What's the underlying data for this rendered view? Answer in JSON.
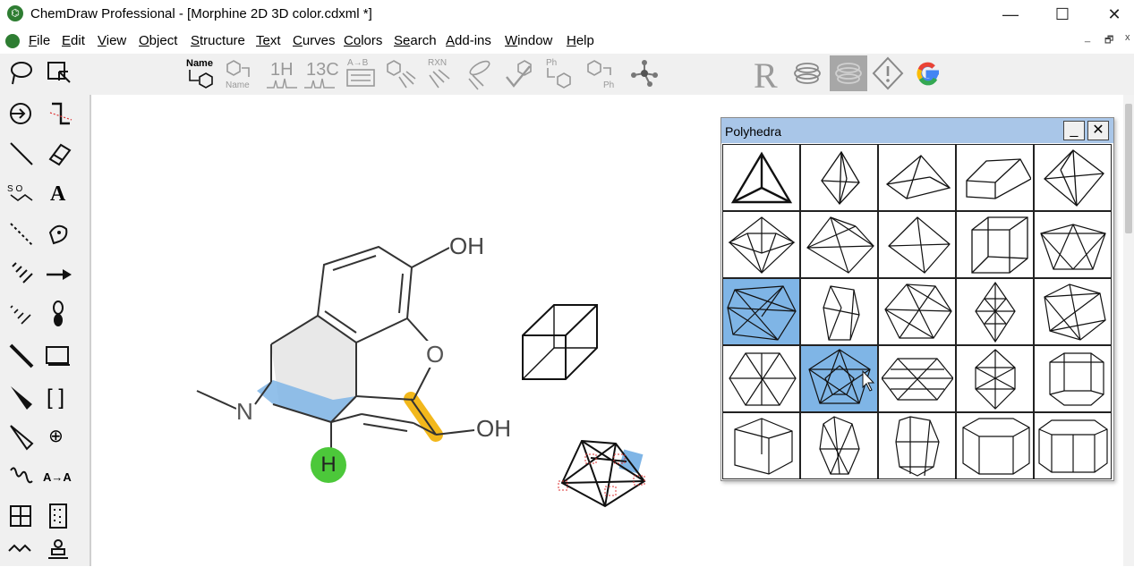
{
  "window": {
    "app_icon_glyph": "⌬",
    "title": "ChemDraw Professional - [Morphine 2D 3D color.cdxml *]",
    "minimize_glyph": "—",
    "maximize_glyph": "☐",
    "close_glyph": "✕"
  },
  "menu": {
    "items": [
      {
        "first": "F",
        "rest": "ile"
      },
      {
        "first": "E",
        "rest": "dit"
      },
      {
        "first": "V",
        "rest": "iew"
      },
      {
        "first": "O",
        "rest": "bject"
      },
      {
        "first": "S",
        "rest": "tructure"
      },
      {
        "first": "Te",
        "rest": "xt"
      },
      {
        "first": "C",
        "rest": "urves"
      },
      {
        "first": "Co",
        "rest": "lors"
      },
      {
        "first": "Se",
        "rest": "arch"
      },
      {
        "first": "A",
        "rest": "dd-ins"
      },
      {
        "first": "W",
        "rest": "indow"
      },
      {
        "first": "H",
        "rest": "elp"
      }
    ],
    "mdi_min": "_",
    "mdi_restore": "🗗",
    "mdi_close": "x"
  },
  "toolbar": {
    "name_label": "Name",
    "name2_label": "Name",
    "h1_label": "1H",
    "c13_label": "13C",
    "ab_label": "A→B",
    "rxn_label": "RXN",
    "ph_label": "Ph",
    "ph2_label": "Ph",
    "r_label": "R",
    "google_label": "G"
  },
  "palette": {
    "text_tool_label": "A",
    "arrow_tool_label": "→",
    "text_replace_label": "A→A",
    "bracket_label": "[ ]",
    "plus_label": "⊕",
    "s_o_label": "S O"
  },
  "molecule": {
    "oh_top": "OH",
    "oh_right": "OH",
    "o_ring": "O",
    "n_atom": "N",
    "h_atom": "H"
  },
  "polyhedra_panel": {
    "title": "Polyhedra",
    "minimize_label": "_",
    "close_label": "✕"
  },
  "colors": {
    "highlight_blue": "#7fb5e6",
    "highlight_yellow": "#f2b81c",
    "h_green": "#4cc83a",
    "ring_gray": "#e8e8e8",
    "panel_title_bg": "#a9c6e8"
  }
}
